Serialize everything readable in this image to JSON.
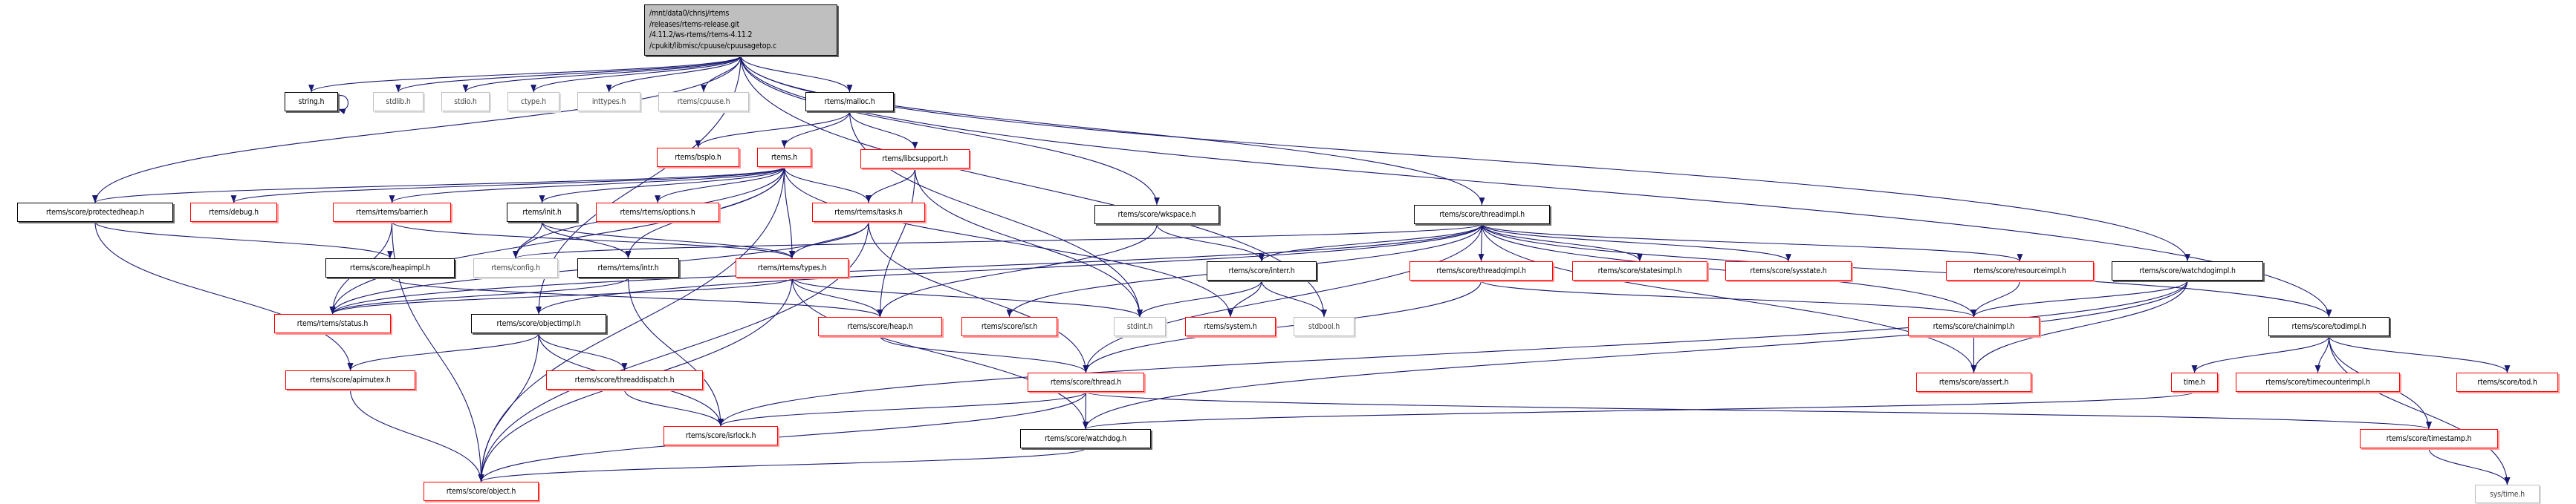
{
  "colors": {
    "edge": "#191970",
    "root_fill": "#bfbfbf",
    "documented_border": "#000000",
    "incomplete_border": "#ff0000",
    "external_border": "#bfbfbf"
  },
  "nodes": [
    {
      "id": "root",
      "label": "/mnt/data0/chrisj/rtems\n/releases/rtems-release.git\n/4.11.2/ws-rtems/rtems-4.11.2\n/cpukit/libmisc/cpuuse/cpuusagetop.c",
      "style": "root"
    },
    {
      "id": "string",
      "label": "string.h",
      "style": "documented"
    },
    {
      "id": "stdlib",
      "label": "stdlib.h",
      "style": "external"
    },
    {
      "id": "stdio",
      "label": "stdio.h",
      "style": "external"
    },
    {
      "id": "ctype",
      "label": "ctype.h",
      "style": "external"
    },
    {
      "id": "inttypes",
      "label": "inttypes.h",
      "style": "external"
    },
    {
      "id": "cpuuse",
      "label": "rtems/cpuuse.h",
      "style": "external"
    },
    {
      "id": "malloc",
      "label": "rtems/malloc.h",
      "style": "documented"
    },
    {
      "id": "bspio",
      "label": "rtems/bspIo.h",
      "style": "incomplete"
    },
    {
      "id": "rtemsh",
      "label": "rtems.h",
      "style": "incomplete"
    },
    {
      "id": "libcsupport",
      "label": "rtems/libcsupport.h",
      "style": "incomplete"
    },
    {
      "id": "protectedheap",
      "label": "rtems/score/protectedheap.h",
      "style": "documented"
    },
    {
      "id": "debug",
      "label": "rtems/debug.h",
      "style": "incomplete"
    },
    {
      "id": "barrier",
      "label": "rtems/rtems/barrier.h",
      "style": "incomplete"
    },
    {
      "id": "init",
      "label": "rtems/init.h",
      "style": "documented"
    },
    {
      "id": "options",
      "label": "rtems/rtems/options.h",
      "style": "incomplete"
    },
    {
      "id": "tasks",
      "label": "rtems/rtems/tasks.h",
      "style": "incomplete"
    },
    {
      "id": "wkspace",
      "label": "rtems/score/wkspace.h",
      "style": "documented"
    },
    {
      "id": "threadimpl",
      "label": "rtems/score/threadimpl.h",
      "style": "documented"
    },
    {
      "id": "heapimpl",
      "label": "rtems/score/heapimpl.h",
      "style": "documented"
    },
    {
      "id": "config",
      "label": "rtems/config.h",
      "style": "external"
    },
    {
      "id": "intr",
      "label": "rtems/rtems/intr.h",
      "style": "documented"
    },
    {
      "id": "types",
      "label": "rtems/rtems/types.h",
      "style": "incomplete"
    },
    {
      "id": "interr",
      "label": "rtems/score/interr.h",
      "style": "documented"
    },
    {
      "id": "threadqimpl",
      "label": "rtems/score/threadqimpl.h",
      "style": "incomplete"
    },
    {
      "id": "statesimpl",
      "label": "rtems/score/statesimpl.h",
      "style": "incomplete"
    },
    {
      "id": "sysstate",
      "label": "rtems/score/sysstate.h",
      "style": "incomplete"
    },
    {
      "id": "resourceimpl",
      "label": "rtems/score/resourceimpl.h",
      "style": "incomplete"
    },
    {
      "id": "watchdogimpl",
      "label": "rtems/score/watchdogimpl.h",
      "style": "documented"
    },
    {
      "id": "status",
      "label": "rtems/rtems/status.h",
      "style": "incomplete"
    },
    {
      "id": "objectimpl",
      "label": "rtems/score/objectimpl.h",
      "style": "documented"
    },
    {
      "id": "heap",
      "label": "rtems/score/heap.h",
      "style": "incomplete"
    },
    {
      "id": "isr",
      "label": "rtems/score/isr.h",
      "style": "incomplete"
    },
    {
      "id": "stdint",
      "label": "stdint.h",
      "style": "external"
    },
    {
      "id": "system",
      "label": "rtems/system.h",
      "style": "incomplete"
    },
    {
      "id": "stdbool",
      "label": "stdbool.h",
      "style": "external"
    },
    {
      "id": "chainimpl",
      "label": "rtems/score/chainimpl.h",
      "style": "incomplete"
    },
    {
      "id": "todimpl",
      "label": "rtems/score/todimpl.h",
      "style": "documented"
    },
    {
      "id": "apimutex",
      "label": "rtems/score/apimutex.h",
      "style": "incomplete"
    },
    {
      "id": "threaddispatch",
      "label": "rtems/score/threaddispatch.h",
      "style": "incomplete"
    },
    {
      "id": "thread",
      "label": "rtems/score/thread.h",
      "style": "incomplete"
    },
    {
      "id": "assert",
      "label": "rtems/score/assert.h",
      "style": "incomplete"
    },
    {
      "id": "time",
      "label": "time.h",
      "style": "incomplete"
    },
    {
      "id": "timecounterimpl",
      "label": "rtems/score/timecounterimpl.h",
      "style": "incomplete"
    },
    {
      "id": "tod",
      "label": "rtems/score/tod.h",
      "style": "incomplete"
    },
    {
      "id": "isrlock",
      "label": "rtems/score/isrlock.h",
      "style": "incomplete"
    },
    {
      "id": "watchdog",
      "label": "rtems/score/watchdog.h",
      "style": "documented"
    },
    {
      "id": "timestamp",
      "label": "rtems/score/timestamp.h",
      "style": "incomplete"
    },
    {
      "id": "object",
      "label": "rtems/score/object.h",
      "style": "incomplete"
    },
    {
      "id": "systime",
      "label": "sys/time.h",
      "style": "external"
    }
  ],
  "edges": [
    [
      "root",
      "string"
    ],
    [
      "root",
      "stdlib"
    ],
    [
      "root",
      "stdio"
    ],
    [
      "root",
      "ctype"
    ],
    [
      "root",
      "inttypes"
    ],
    [
      "root",
      "cpuuse"
    ],
    [
      "root",
      "malloc"
    ],
    [
      "root",
      "wkspace"
    ],
    [
      "root",
      "threadimpl"
    ],
    [
      "root",
      "watchdogimpl"
    ],
    [
      "root",
      "todimpl"
    ],
    [
      "root",
      "stdbool"
    ],
    [
      "root",
      "protectedheap"
    ],
    [
      "root",
      "objectimpl"
    ],
    [
      "string",
      "string"
    ],
    [
      "malloc",
      "bspio"
    ],
    [
      "malloc",
      "rtemsh"
    ],
    [
      "malloc",
      "libcsupport"
    ],
    [
      "malloc",
      "stdint"
    ],
    [
      "rtemsh",
      "protectedheap"
    ],
    [
      "rtemsh",
      "debug"
    ],
    [
      "rtemsh",
      "barrier"
    ],
    [
      "rtemsh",
      "init"
    ],
    [
      "rtemsh",
      "options"
    ],
    [
      "rtemsh",
      "tasks"
    ],
    [
      "rtemsh",
      "types"
    ],
    [
      "rtemsh",
      "config"
    ],
    [
      "rtemsh",
      "status"
    ],
    [
      "rtemsh",
      "intr"
    ],
    [
      "rtemsh",
      "system"
    ],
    [
      "rtemsh",
      "object"
    ],
    [
      "libcsupport",
      "tasks"
    ],
    [
      "libcsupport",
      "heap"
    ],
    [
      "libcsupport",
      "stdint"
    ],
    [
      "protectedheap",
      "heapimpl"
    ],
    [
      "protectedheap",
      "apimutex"
    ],
    [
      "barrier",
      "status"
    ],
    [
      "barrier",
      "types"
    ],
    [
      "barrier",
      "object"
    ],
    [
      "init",
      "config"
    ],
    [
      "init",
      "intr"
    ],
    [
      "init",
      "types"
    ],
    [
      "tasks",
      "types"
    ],
    [
      "tasks",
      "status"
    ],
    [
      "tasks",
      "thread"
    ],
    [
      "tasks",
      "object"
    ],
    [
      "wkspace",
      "heap"
    ],
    [
      "wkspace",
      "interr"
    ],
    [
      "threadimpl",
      "config"
    ],
    [
      "threadimpl",
      "objectimpl"
    ],
    [
      "threadimpl",
      "isr"
    ],
    [
      "threadimpl",
      "interr"
    ],
    [
      "threadimpl",
      "threadqimpl"
    ],
    [
      "threadimpl",
      "statesimpl"
    ],
    [
      "threadimpl",
      "sysstate"
    ],
    [
      "threadimpl",
      "resourceimpl"
    ],
    [
      "threadimpl",
      "chainimpl"
    ],
    [
      "threadimpl",
      "assert"
    ],
    [
      "threadimpl",
      "todimpl"
    ],
    [
      "threadimpl",
      "thread"
    ],
    [
      "threadimpl",
      "status"
    ],
    [
      "heapimpl",
      "heap"
    ],
    [
      "intr",
      "status"
    ],
    [
      "intr",
      "isrlock"
    ],
    [
      "types",
      "stdint"
    ],
    [
      "types",
      "heap"
    ],
    [
      "types",
      "watchdog"
    ],
    [
      "types",
      "object"
    ],
    [
      "types",
      "status"
    ],
    [
      "objectimpl",
      "apimutex"
    ],
    [
      "objectimpl",
      "threaddispatch"
    ],
    [
      "objectimpl",
      "isrlock"
    ],
    [
      "objectimpl",
      "object"
    ],
    [
      "apimutex",
      "object"
    ],
    [
      "threaddispatch",
      "isrlock"
    ],
    [
      "interr",
      "stdint"
    ],
    [
      "interr",
      "system"
    ],
    [
      "interr",
      "stdbool"
    ],
    [
      "heap",
      "thread"
    ],
    [
      "threadqimpl",
      "thread"
    ],
    [
      "threadqimpl",
      "chainimpl"
    ],
    [
      "resourceimpl",
      "chainimpl"
    ],
    [
      "watchdogimpl",
      "chainimpl"
    ],
    [
      "watchdogimpl",
      "assert"
    ],
    [
      "watchdogimpl",
      "isrlock"
    ],
    [
      "watchdogimpl",
      "watchdog"
    ],
    [
      "chainimpl",
      "assert"
    ],
    [
      "thread",
      "watchdog"
    ],
    [
      "thread",
      "isrlock"
    ],
    [
      "thread",
      "object"
    ],
    [
      "thread",
      "timestamp"
    ],
    [
      "watchdog",
      "object"
    ],
    [
      "todimpl",
      "time"
    ],
    [
      "todimpl",
      "timecounterimpl"
    ],
    [
      "todimpl",
      "tod"
    ],
    [
      "todimpl",
      "timestamp"
    ],
    [
      "todimpl",
      "systime"
    ],
    [
      "time",
      "watchdog"
    ],
    [
      "timestamp",
      "systime"
    ]
  ]
}
